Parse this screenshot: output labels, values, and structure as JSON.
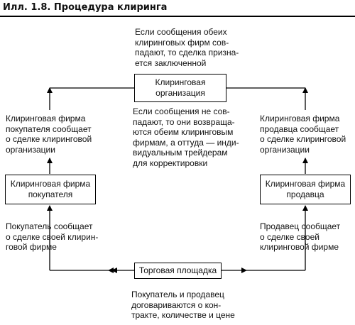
{
  "title": "Илл. 1.8. Процедура клиринга",
  "nodes": {
    "clearing_org": [
      "Клиринговая",
      "организация"
    ],
    "buyer_firm": [
      "Клиринговая фирма",
      "покупателя"
    ],
    "seller_firm": [
      "Клиринговая фирма",
      "продавца"
    ],
    "trading_floor": [
      "Торговая площадка"
    ]
  },
  "notes": {
    "top_match": [
      "Если сообщения обеих",
      "клиринговых фирм сов-",
      "падают, то сделка призна-",
      "ется заключенной"
    ],
    "mismatch": [
      "Если сообщения не сов-",
      "падают, то они возвраща-",
      "ются обеим клиринговым",
      "фирмам, а оттуда — инди-",
      "видуальным трейдерам",
      "для корректировки"
    ],
    "buyer_firm_reports": [
      "Клиринговая фирма",
      "покупателя сообщает",
      "о сделке клиринговой",
      "организации"
    ],
    "seller_firm_reports": [
      "Клиринговая фирма",
      "продавца сообщает",
      "о сделке клиринговой",
      "организации"
    ],
    "buyer_reports": [
      "Покупатель сообщает",
      "о сделке своей клирин-",
      "говой фирме"
    ],
    "seller_reports": [
      "Продавец сообщает",
      "о сделке своей",
      "клиринговой фирме"
    ],
    "agreement": [
      "Покупатель и продавец",
      "договариваются о кон-",
      "тракте, количестве и цене"
    ]
  }
}
